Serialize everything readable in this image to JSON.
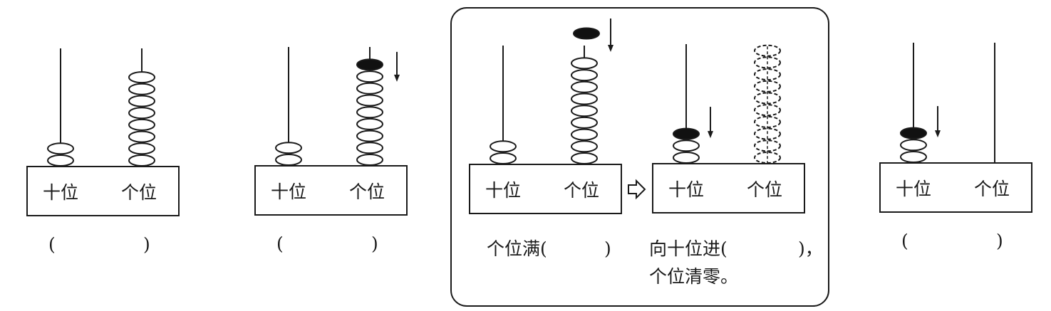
{
  "labels": {
    "tens": "十位",
    "ones": "个位",
    "blank_open": "(",
    "blank_close": ")"
  },
  "colors": {
    "ink": "#1a1a1a",
    "bead_fill": "#ffffff",
    "moving_bead_fill": "#111111"
  },
  "abacuses": [
    {
      "id": "abacus-1",
      "tens_beads": 2,
      "ones_beads": 8,
      "moving": null,
      "answer_blank": true
    },
    {
      "id": "abacus-2",
      "tens_beads": 2,
      "ones_beads": 8,
      "moving": "ones-add-one",
      "answer_blank": true
    },
    {
      "id": "abacus-3",
      "tens_beads": 2,
      "ones_beads": 9,
      "moving": "ones-incoming",
      "answer_blank": false
    },
    {
      "id": "abacus-4",
      "tens_beads": 2,
      "ones_beads": 0,
      "ones_cleared_beads": 10,
      "moving": "tens-add-one",
      "answer_blank": false
    },
    {
      "id": "abacus-5",
      "tens_beads": 2,
      "ones_beads": 0,
      "moving": "tens-add-one",
      "answer_blank": true
    }
  ],
  "explanation": {
    "line1_left": "个位满(",
    "line1_left_close": ")",
    "line1_right": "向十位进(",
    "line1_right_close": ")，",
    "line2": "个位清零。"
  }
}
